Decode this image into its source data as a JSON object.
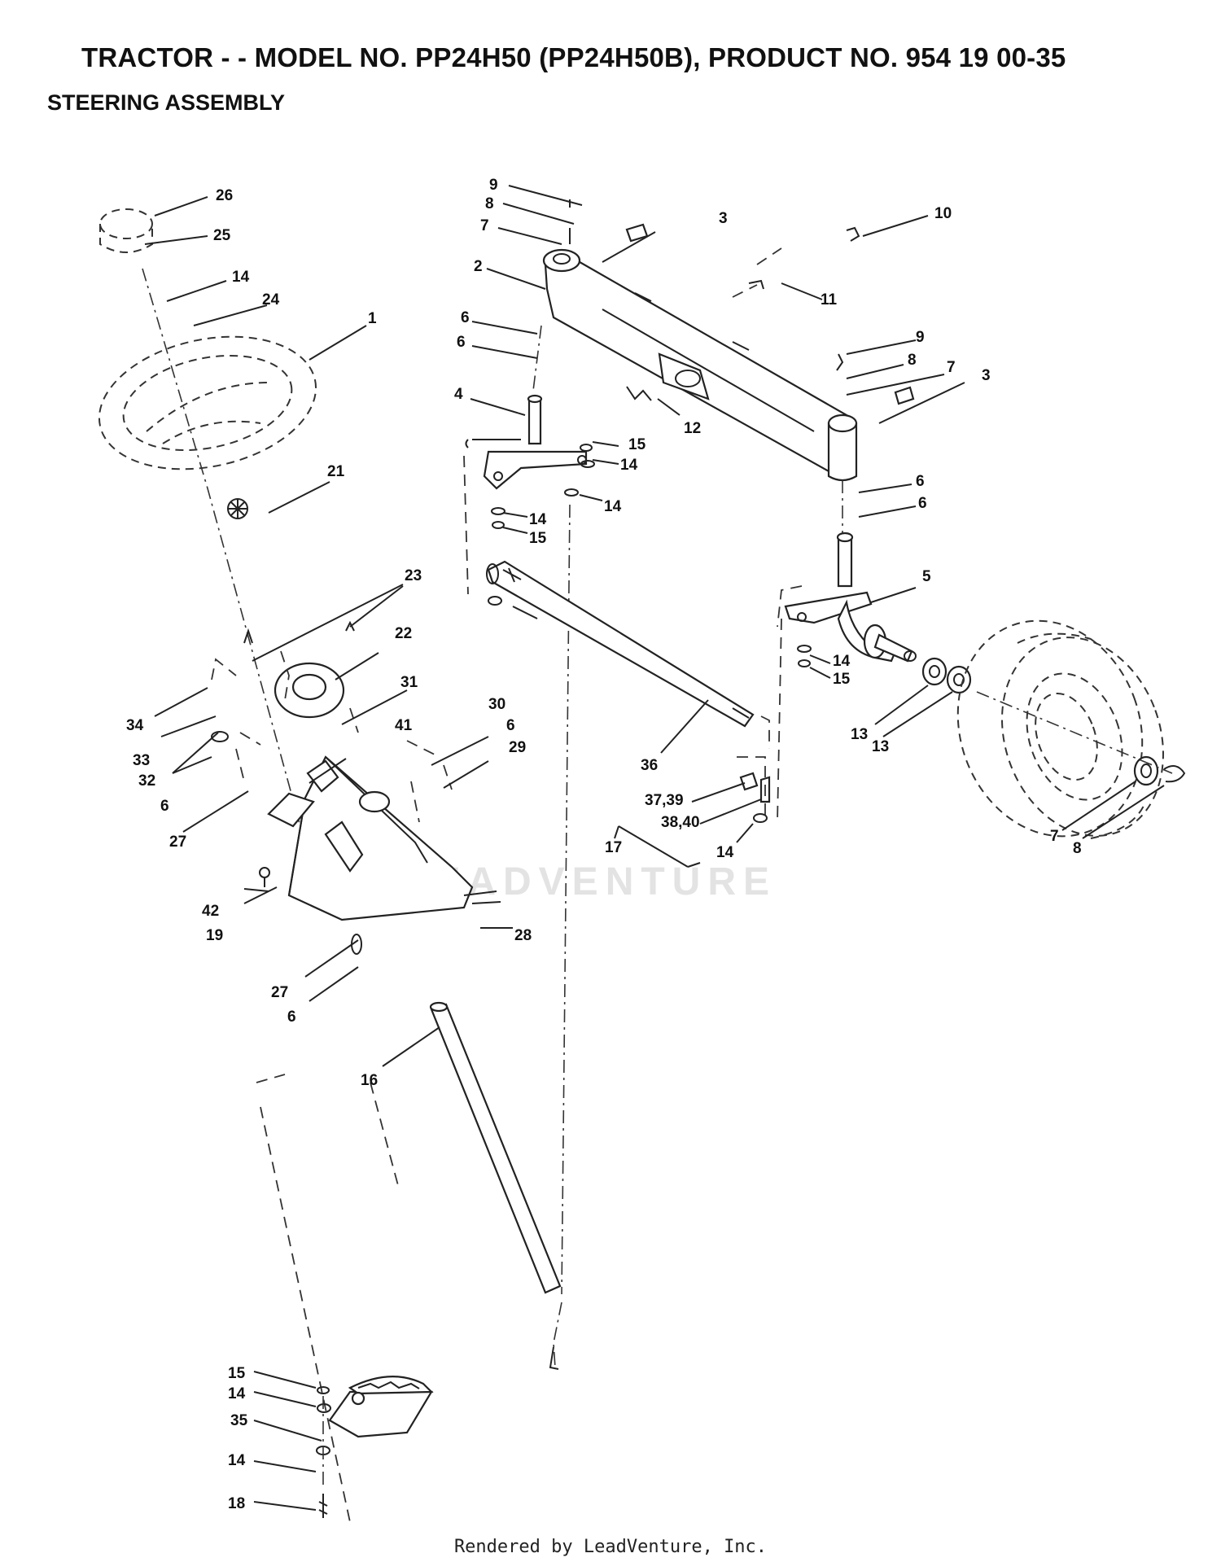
{
  "header": {
    "title": "TRACTOR - - MODEL NO. PP24H50 (PP24H50B), PRODUCT NO. 954 19 00-35",
    "subtitle": "STEERING ASSEMBLY"
  },
  "watermark": "LEADVENTURE",
  "footer": "Rendered by LeadVenture, Inc.",
  "callouts": [
    "26",
    "25",
    "14",
    "24",
    "1",
    "21",
    "23",
    "22",
    "31",
    "34",
    "33",
    "32",
    "6",
    "41",
    "30",
    "6",
    "29",
    "27",
    "42",
    "19",
    "28",
    "27",
    "6",
    "16",
    "15",
    "14",
    "35",
    "14",
    "18",
    "9",
    "8",
    "7",
    "2",
    "3",
    "10",
    "11",
    "6",
    "6",
    "4",
    "15",
    "14",
    "14",
    "14",
    "15",
    "12",
    "9",
    "8",
    "7",
    "3",
    "6",
    "6",
    "5",
    "14",
    "14",
    "15",
    "13",
    "13",
    "36",
    "37,39",
    "38,40",
    "17",
    "14",
    "7",
    "8"
  ]
}
